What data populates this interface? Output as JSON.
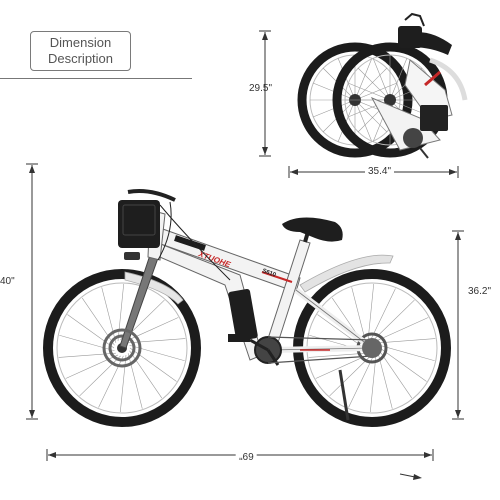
{
  "title": {
    "line1": "Dimension",
    "line2": "Description"
  },
  "dimensions": {
    "folded_height": "29.5\"",
    "folded_length": "35.4\"",
    "height": "40\"",
    "seat_height": "36.2\"",
    "length": "69\""
  },
  "brand": {
    "frame_text": "XTUOHE",
    "model_text": "S610"
  },
  "colors": {
    "frame": "#f3f3f3",
    "tire": "#1c1c1c",
    "accent": "#c62828",
    "arrow": "#333333"
  }
}
